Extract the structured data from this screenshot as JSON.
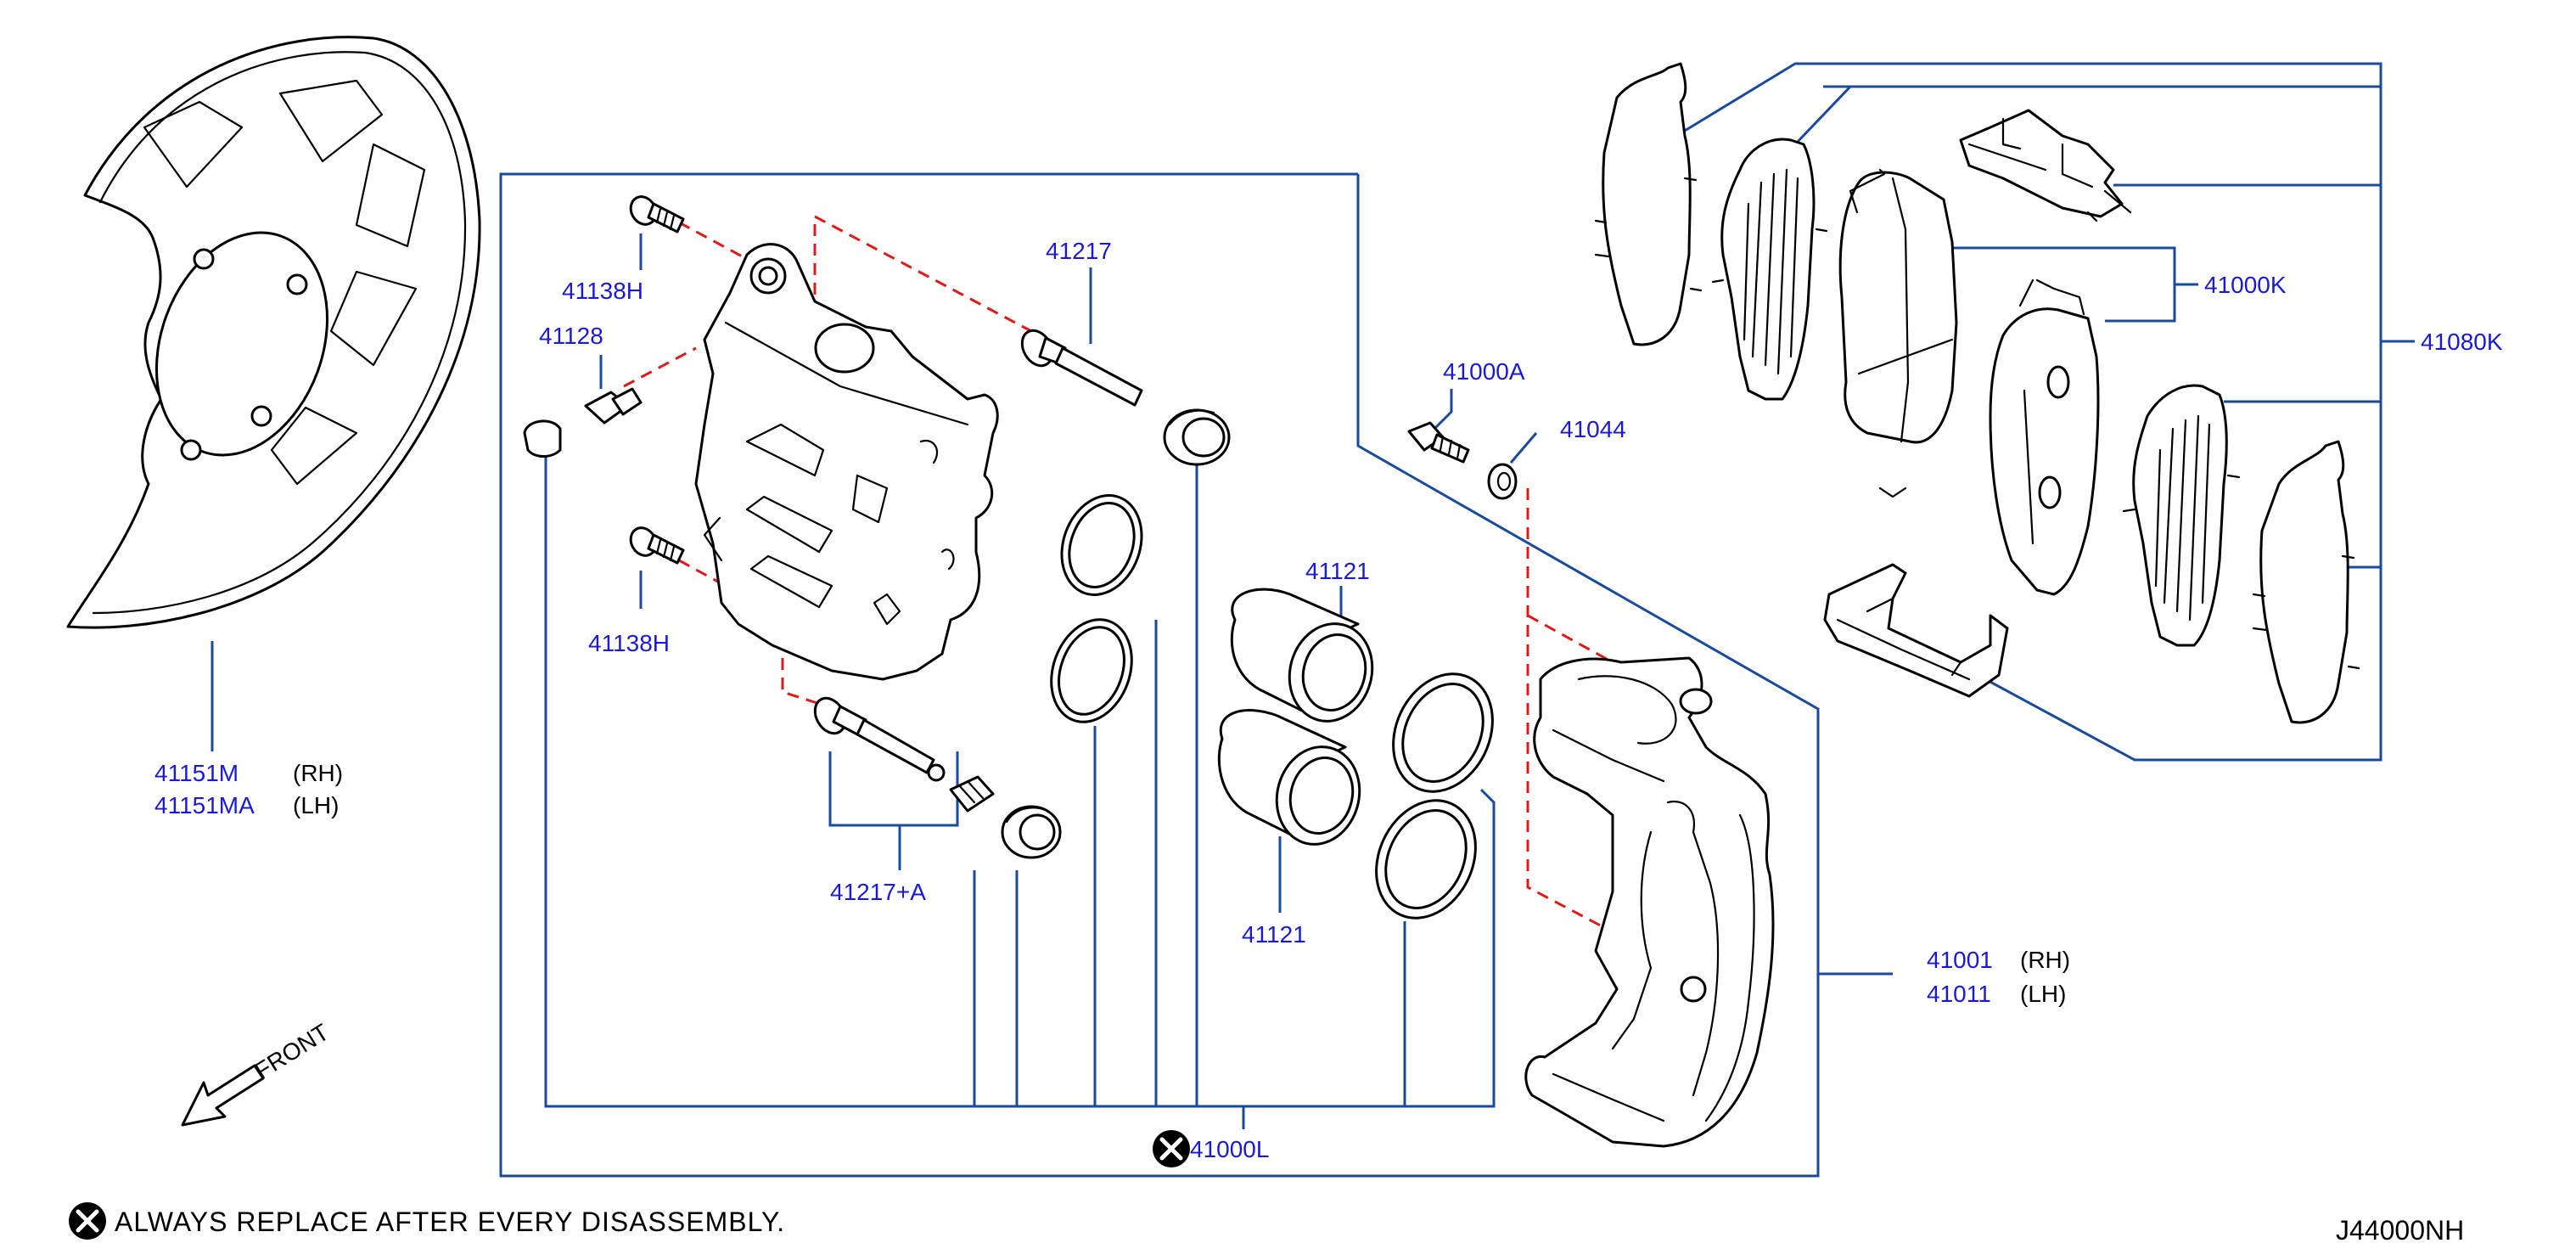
{
  "diagram_code": "J44000NH",
  "footnote": {
    "text": "ALWAYS   REPLACE   AFTER   EVERY   DISASSEMBLY."
  },
  "front_indicator": "FRONT",
  "labels": {
    "p41151M": "41151M",
    "p41151M_side": "(RH)",
    "p41151MA": "41151MA",
    "p41151MA_side": "(LH)",
    "p41138H_top": "41138H",
    "p41128": "41128",
    "p41138H_bottom": "41138H",
    "p41217": "41217",
    "p41217A": "41217+A",
    "p41121_top": "41121",
    "p41121_bottom": "41121",
    "p41000A": "41000A",
    "p41044": "41044",
    "p41000L": "41000L",
    "p41001": "41001",
    "p41001_side": "(RH)",
    "p41011": "41011",
    "p41011_side": "(LH)",
    "p41000K": "41000K",
    "p41080K": "41080K"
  },
  "colors": {
    "label": "#1a1ad6",
    "leader": "#1a4a9e",
    "dashed": "#e01a1a",
    "outline": "#000000"
  }
}
